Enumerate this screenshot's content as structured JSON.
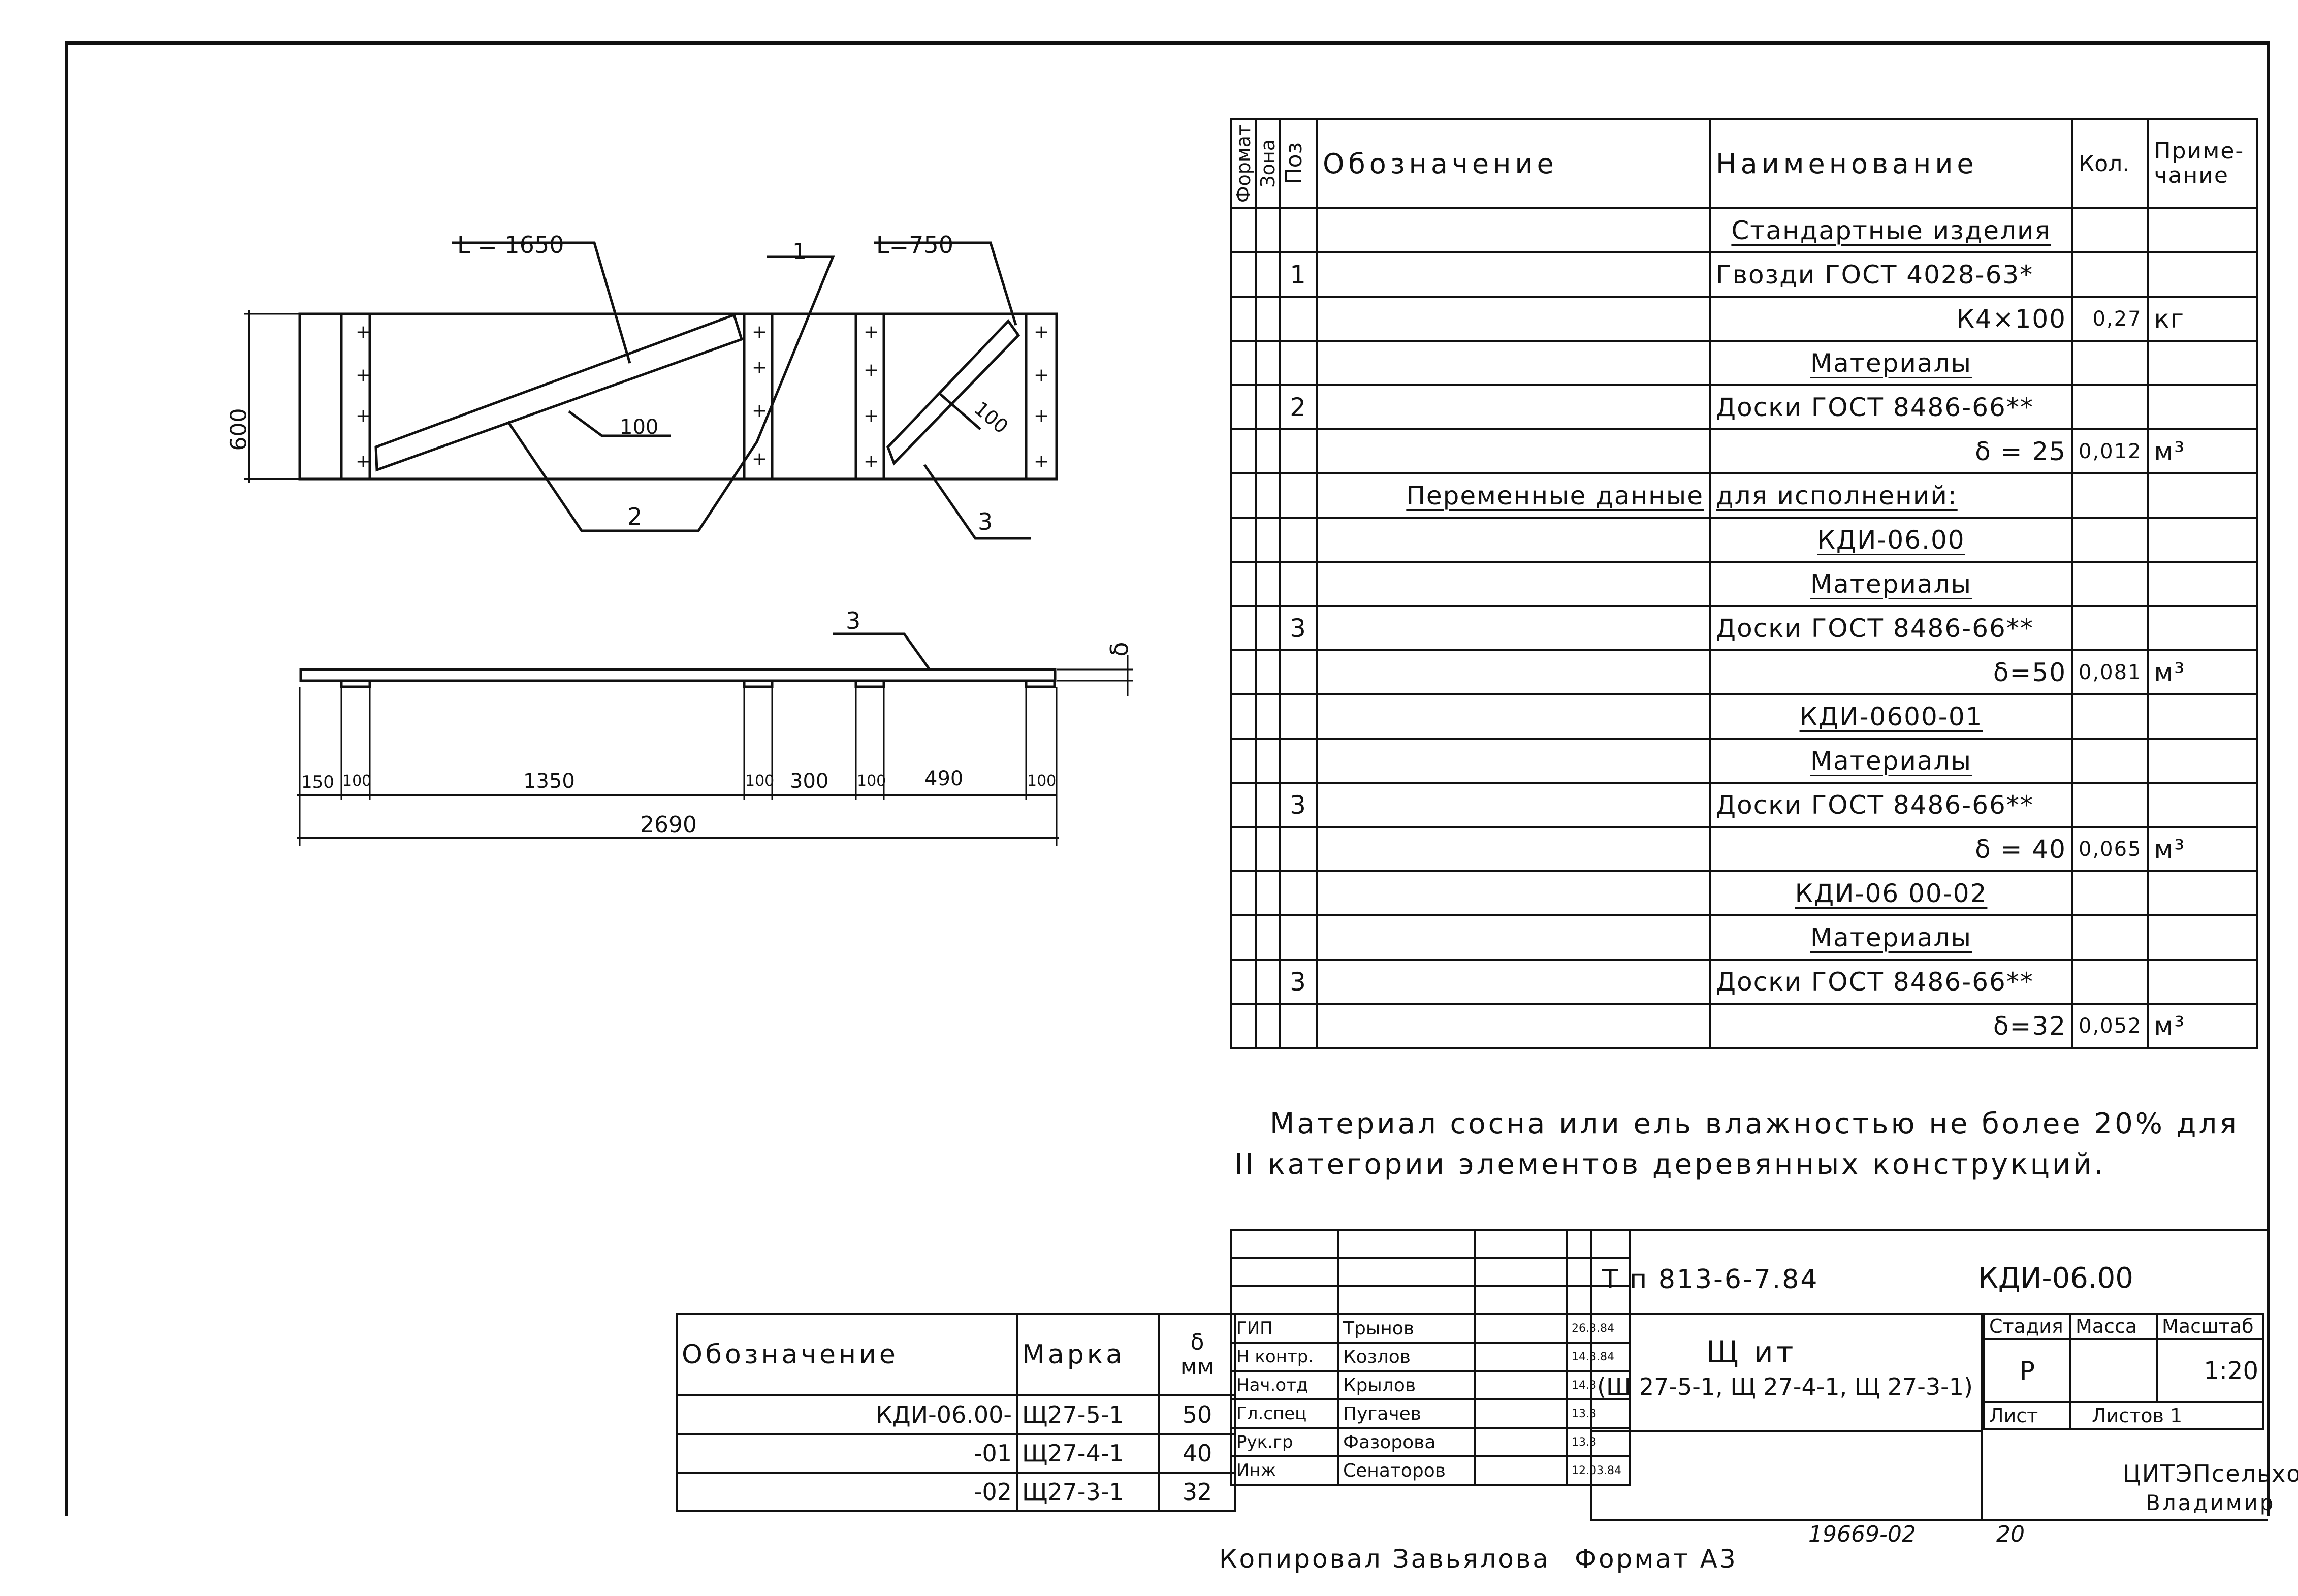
{
  "spec_table": {
    "headers": {
      "format": "Формат",
      "zone": "Зона",
      "pos": "Поз",
      "designation": "Обозначение",
      "name": "Наименование",
      "qty": "Кол.",
      "note": "Приме-чание"
    },
    "rows": [
      {
        "pos": "",
        "des": "",
        "name": "Стандартные изделия",
        "qty": "",
        "note": "",
        "u": true,
        "align": "c"
      },
      {
        "pos": "1",
        "des": "",
        "name": "Гвозди ГОСТ 4028-63*",
        "qty": "",
        "note": "",
        "align": "l"
      },
      {
        "pos": "",
        "des": "",
        "name": "К4×100",
        "qty": "0,27",
        "note": "кг",
        "align": "r"
      },
      {
        "pos": "",
        "des": "",
        "name": "Материалы",
        "qty": "",
        "note": "",
        "u": true,
        "align": "c"
      },
      {
        "pos": "2",
        "des": "",
        "name": "Доски ГОСТ 8486-66**",
        "qty": "",
        "note": "",
        "align": "l"
      },
      {
        "pos": "",
        "des": "",
        "name": "δ = 25",
        "qty": "0,012",
        "note": "м³",
        "align": "r"
      },
      {
        "pos": "",
        "des": "Переменные данные",
        "name": "для исполнений:",
        "qty": "",
        "note": "",
        "u": true,
        "align": "l",
        "desu": true
      },
      {
        "pos": "",
        "des": "",
        "name": "КДИ-06.00",
        "qty": "",
        "note": "",
        "u": true,
        "align": "c"
      },
      {
        "pos": "",
        "des": "",
        "name": "Материалы",
        "qty": "",
        "note": "",
        "u": true,
        "align": "c"
      },
      {
        "pos": "3",
        "des": "",
        "name": "Доски ГОСТ 8486-66**",
        "qty": "",
        "note": "",
        "align": "l"
      },
      {
        "pos": "",
        "des": "",
        "name": "δ=50",
        "qty": "0,081",
        "note": "м³",
        "align": "r"
      },
      {
        "pos": "",
        "des": "",
        "name": "КДИ-0600-01",
        "qty": "",
        "note": "",
        "u": true,
        "align": "c"
      },
      {
        "pos": "",
        "des": "",
        "name": "Материалы",
        "qty": "",
        "note": "",
        "u": true,
        "align": "c"
      },
      {
        "pos": "3",
        "des": "",
        "name": "Доски ГОСТ 8486-66**",
        "qty": "",
        "note": "",
        "align": "l"
      },
      {
        "pos": "",
        "des": "",
        "name": "δ = 40",
        "qty": "0,065",
        "note": "м³",
        "align": "r"
      },
      {
        "pos": "",
        "des": "",
        "name": "КДИ-06 00-02",
        "qty": "",
        "note": "",
        "u": true,
        "align": "c"
      },
      {
        "pos": "",
        "des": "",
        "name": "Материалы",
        "qty": "",
        "note": "",
        "u": true,
        "align": "c"
      },
      {
        "pos": "3",
        "des": "",
        "name": "Доски ГОСТ 8486-66**",
        "qty": "",
        "note": "",
        "align": "l"
      },
      {
        "pos": "",
        "des": "",
        "name": "δ=32",
        "qty": "0,052",
        "note": "м³",
        "align": "r"
      }
    ]
  },
  "drawing": {
    "len1": "L = 1650",
    "len2": "L=750",
    "pos1": "1",
    "pos2": "2",
    "pos3": "3",
    "pos3b": "3",
    "height": "600",
    "w100a": "100",
    "w100b": "100",
    "delta": "δ",
    "dims": [
      "150",
      "100",
      "1350",
      "100",
      "300",
      "100",
      "490",
      "100"
    ],
    "total": "2690"
  },
  "note": {
    "line1": "Материал сосна или ель влажностью не более 20% для",
    "line2": "II категории элементов деревянных конструкций."
  },
  "variants": {
    "headers": {
      "des": "Обозначение",
      "mark": "Марка",
      "delta": "δ",
      "unit": "мм"
    },
    "rows": [
      {
        "des": "КДИ-06.00-",
        "mark": "Щ27-5-1",
        "d": "50"
      },
      {
        "des": "-01",
        "mark": "Щ27-4-1",
        "d": "40"
      },
      {
        "des": "-02",
        "mark": "Щ27-3-1",
        "d": "32"
      }
    ]
  },
  "title_block": {
    "code1": "Т п 813-6-7.84",
    "code2": "КДИ-06.00",
    "title": "Щ ит",
    "subtitle": "(Щ 27-5-1, Щ 27-4-1, Щ 27-3-1)",
    "stage_h": "Стадия",
    "mass_h": "Масса",
    "scale_h": "Масштаб",
    "stage": "Р",
    "scale": "1:20",
    "sheet": "Лист",
    "sheets": "Листов 1",
    "org1": "ЦИТЭПсельхоз",
    "org2": "Владимир",
    "people": [
      {
        "role": "ГИП",
        "name": "Трынов",
        "date": "26.3.84"
      },
      {
        "role": "Н контр.",
        "name": "Козлов",
        "date": "14.3.84"
      },
      {
        "role": "Нач.отд",
        "name": "Крылов",
        "date": "14.3"
      },
      {
        "role": "Гл.спец",
        "name": "Пугачев",
        "date": "13.3"
      },
      {
        "role": "Рук.гр",
        "name": "Фазорова",
        "date": "13.3"
      },
      {
        "role": "Инж",
        "name": "Сенаторов",
        "date": "12.03.84"
      }
    ]
  },
  "footer": {
    "copied": "Копировал Завьялова",
    "format": "Формат А3",
    "number": "19669-02",
    "page": "20"
  }
}
